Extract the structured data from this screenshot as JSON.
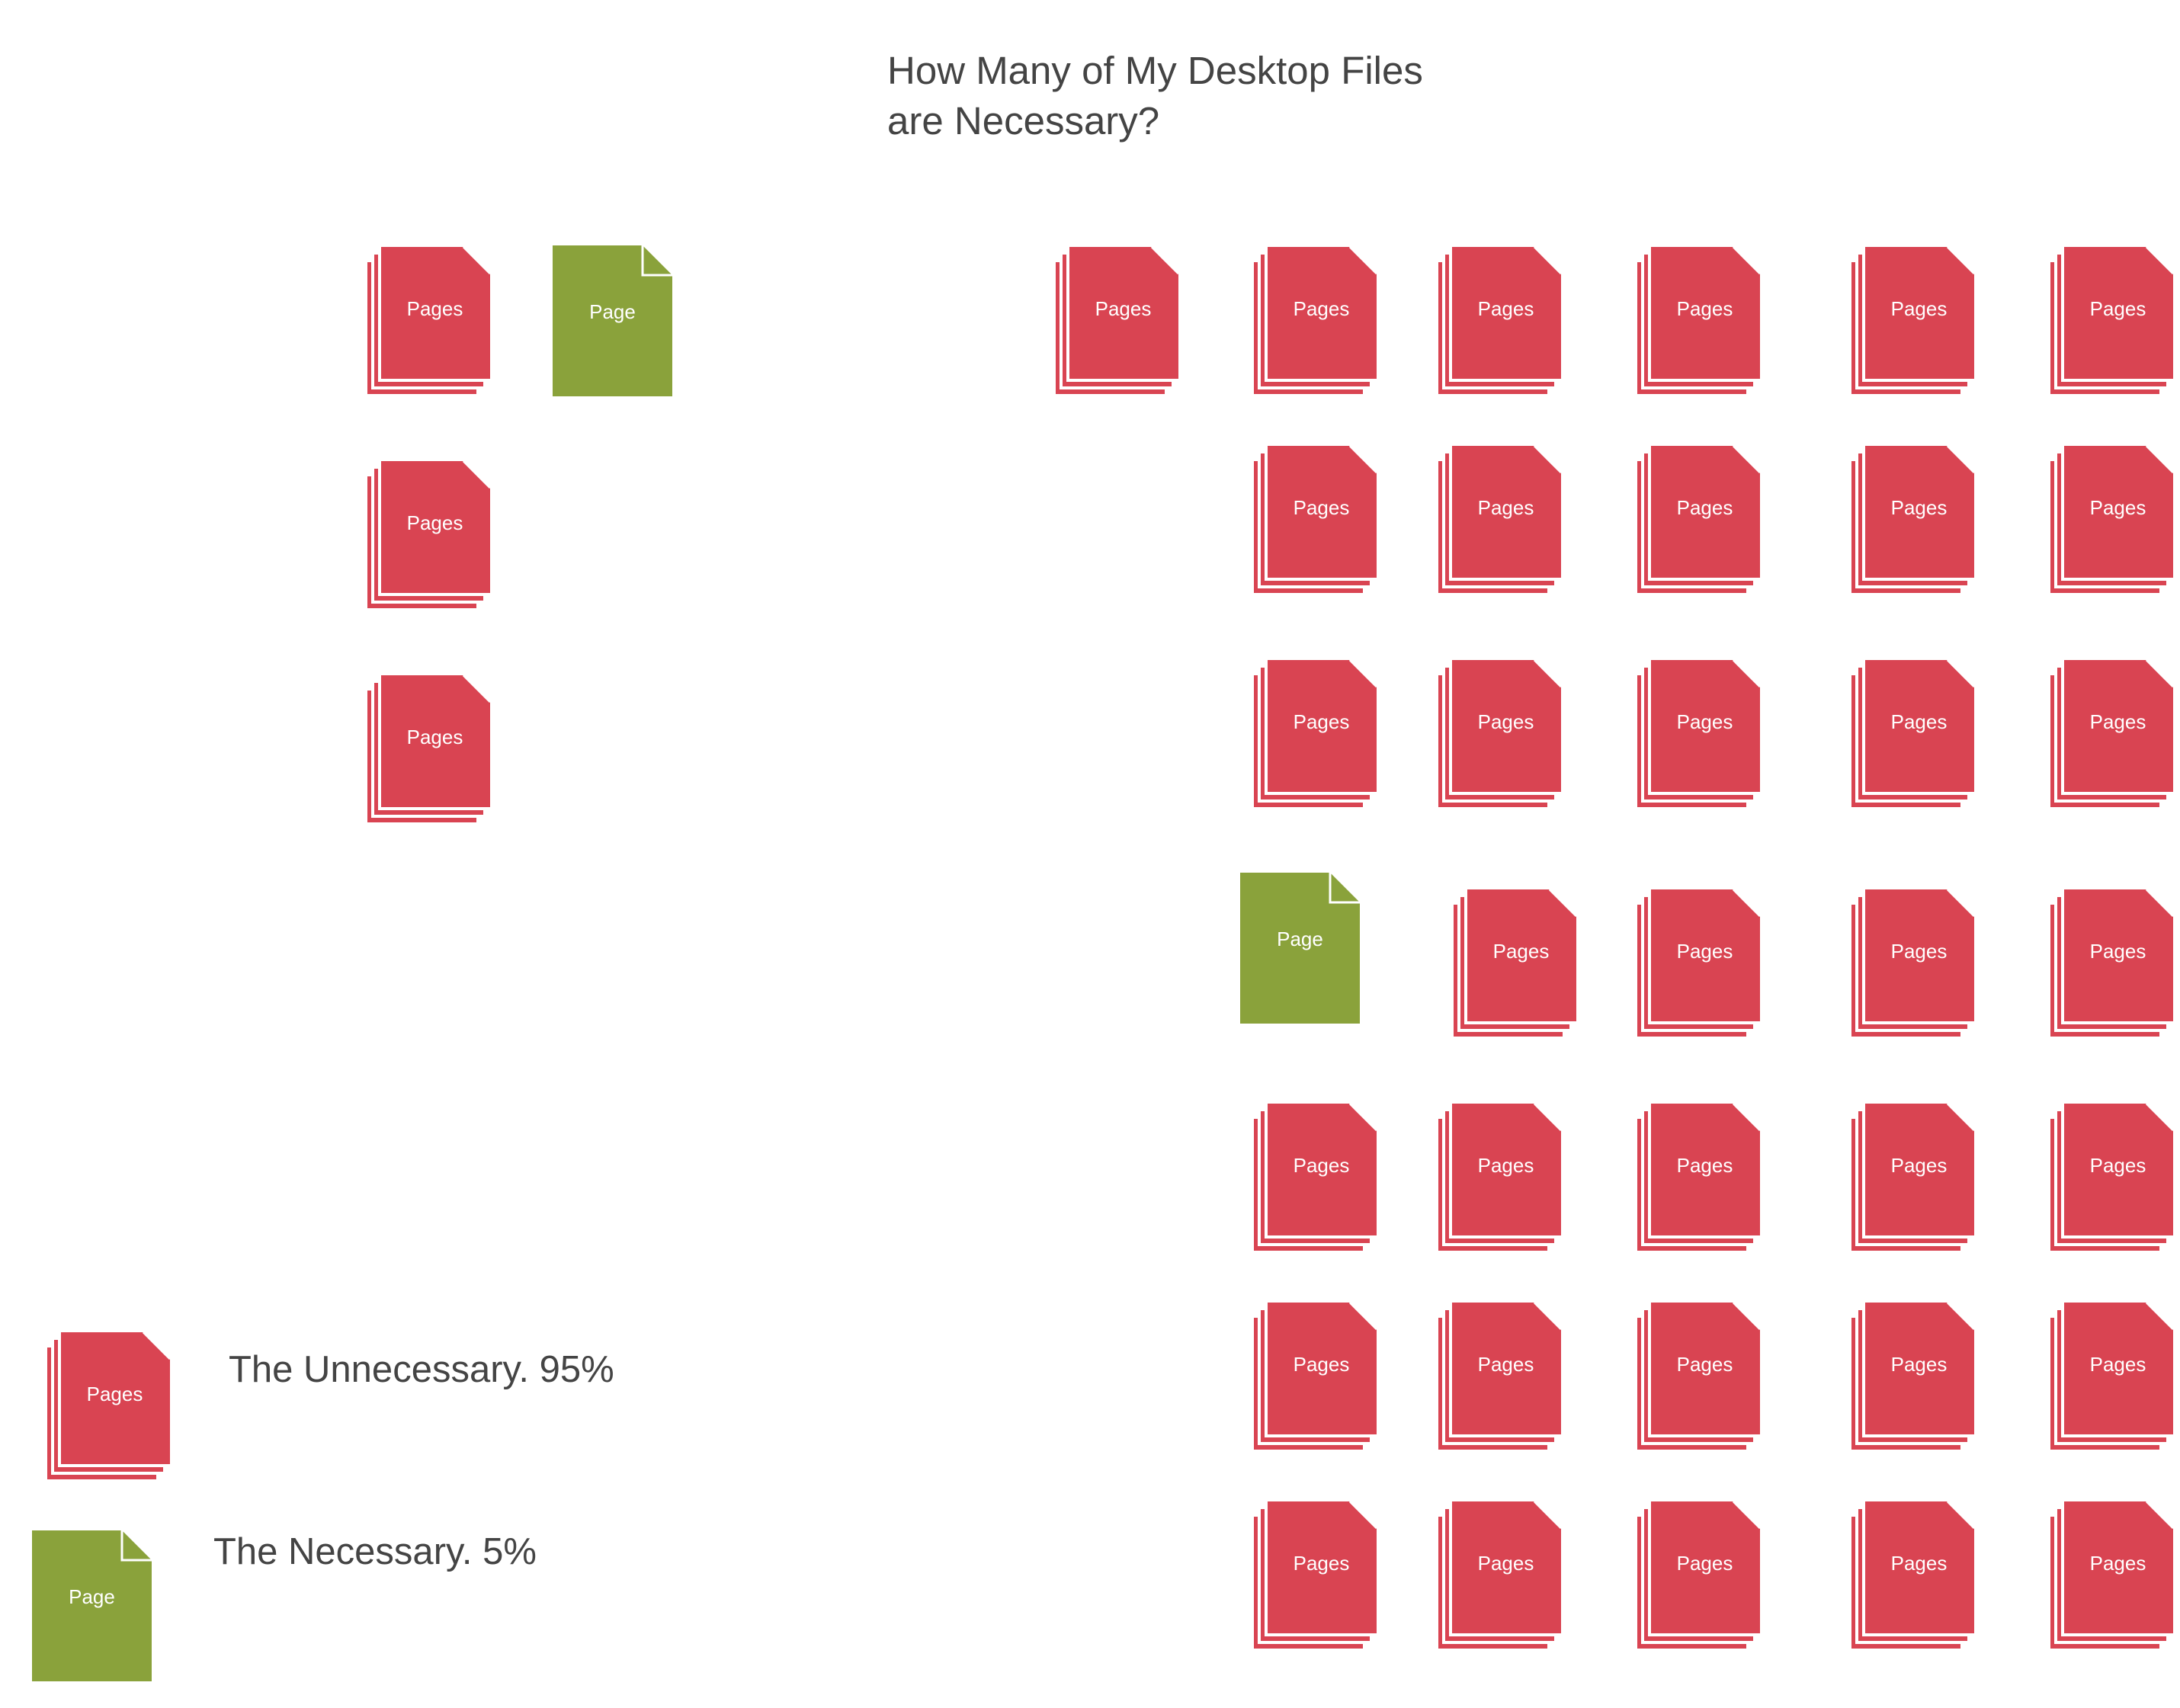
{
  "title": {
    "line1": "How Many of My Desktop Files",
    "line2": "are Necessary?"
  },
  "colors": {
    "unnecessary": "#d94452",
    "necessary": "#8aa23b",
    "text": "#444444",
    "background": "#ffffff"
  },
  "icons": {
    "pages_label": "Pages",
    "page_label": "Page"
  },
  "chart_data": {
    "type": "pictograph",
    "title": "How Many of My Desktop Files are Necessary?",
    "categories": [
      "The Unnecessary.",
      "The Necessary."
    ],
    "values": [
      95,
      5
    ],
    "unit": "%",
    "icon_labels": [
      "Pages",
      "Page"
    ],
    "small_group": {
      "pages_icons": 3,
      "page_icons": 1
    },
    "large_group": {
      "pages_icons": 35,
      "page_icons": 1
    }
  },
  "legend": {
    "items": [
      {
        "label": "The Unnecessary. 95%",
        "icon": "pages",
        "color": "#d94452"
      },
      {
        "label": "The Necessary. 5%",
        "icon": "page",
        "color": "#8aa23b"
      }
    ]
  }
}
